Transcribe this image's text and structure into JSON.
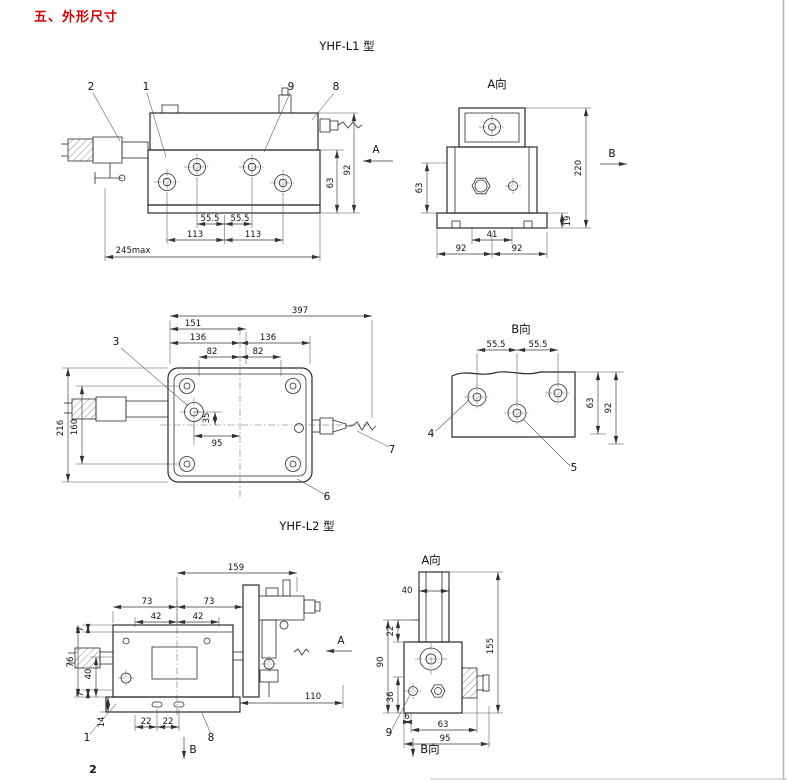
{
  "page": {
    "heading": "五、外形尺寸",
    "page_number": "2"
  },
  "l1": {
    "title": "YHF-L1 型",
    "front": {
      "callout_2": "2",
      "callout_1": "1",
      "callout_9": "9",
      "callout_8": "8",
      "dim_55a": "55.5",
      "dim_55b": "55.5",
      "dim_113a": "113",
      "dim_113b": "113",
      "dim_245": "245max",
      "dim_63": "63",
      "dim_92": "92",
      "arrow_a": "A"
    },
    "view_a": {
      "caption": "A向",
      "arrow_b": "B",
      "dim_220": "220",
      "dim_63": "63",
      "dim_41": "41",
      "dim_92a": "92",
      "dim_92b": "92",
      "dim_19": "19"
    },
    "top": {
      "callout_3": "3",
      "callout_6": "6",
      "callout_7": "7",
      "dim_397": "397",
      "dim_151": "151",
      "dim_136a": "136",
      "dim_136b": "136",
      "dim_82a": "82",
      "dim_82b": "82",
      "dim_35": "35",
      "dim_95": "95",
      "dim_216": "216",
      "dim_160": "160"
    },
    "view_b": {
      "caption": "B向",
      "callout_4": "4",
      "callout_5": "5",
      "dim_55a": "55.5",
      "dim_55b": "55.5",
      "dim_63": "63",
      "dim_92": "92"
    }
  },
  "l2": {
    "title": "YHF-L2 型",
    "front": {
      "callout_1": "1",
      "callout_8": "8",
      "dim_159": "159",
      "dim_73a": "73",
      "dim_73b": "73",
      "dim_42a": "42",
      "dim_42b": "42",
      "dim_7a": "7",
      "dim_76": "76",
      "dim_40": "40",
      "dim_7b": "7",
      "dim_14": "14",
      "dim_22a": "22",
      "dim_22b": "22",
      "dim_110": "110",
      "arrow_a": "A",
      "arrow_b": "B"
    },
    "view_a": {
      "caption": "A向",
      "caption_b": "B向",
      "callout_9": "9",
      "dim_40": "40",
      "dim_22": "22",
      "dim_90": "90",
      "dim_36": "36",
      "dim_6": "6",
      "dim_63": "63",
      "dim_95": "95",
      "dim_155": "155"
    }
  }
}
